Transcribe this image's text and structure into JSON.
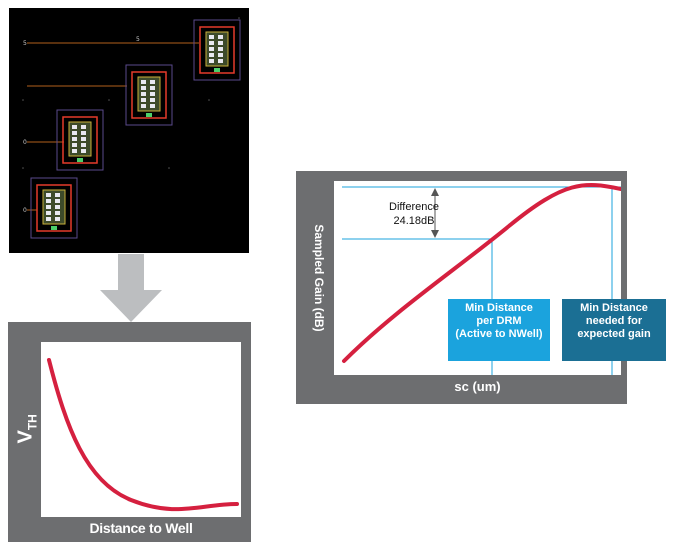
{
  "layout_image": {
    "net_labels": [
      "5",
      "5",
      "0",
      "0"
    ]
  },
  "vth_chart": {
    "ylabel_main": "V",
    "ylabel_sub": "TH",
    "xlabel": "Distance to Well"
  },
  "gain_chart": {
    "ylabel": "Sampled Gain (dB)",
    "xlabel": "sc (um)",
    "difference_line1": "Difference",
    "difference_line2": "24.18dB",
    "callout_drm": [
      "Min Distance",
      "per DRM",
      "(Active to NWell)"
    ],
    "callout_gain": [
      "Min Distance",
      "needed for",
      "expected gain"
    ]
  },
  "colors": {
    "panel_gray": "#6d6e70",
    "curve_red": "#d5203f",
    "guide_blue": "#1ba3dd",
    "callout_dark": "#1b6f94",
    "arrow_gray": "#bcbec0"
  }
}
